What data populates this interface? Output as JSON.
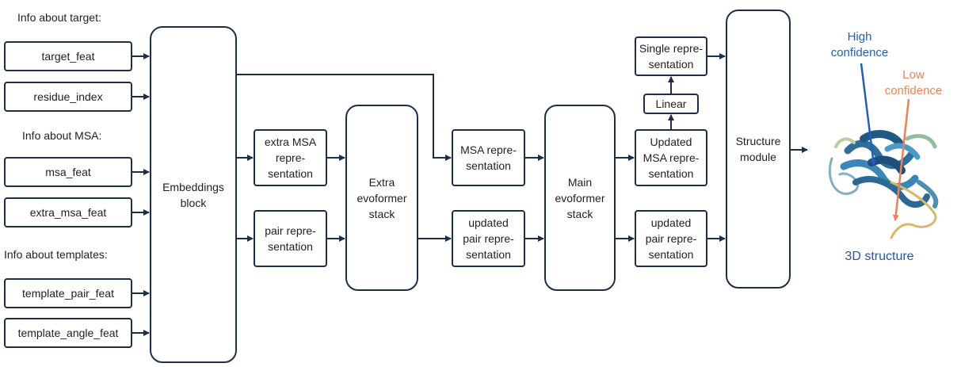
{
  "sections": {
    "target": "Info about target:",
    "msa": "Info about MSA:",
    "templates": "Info about templates:"
  },
  "inputs": {
    "target_feat": "target_feat",
    "residue_index": "residue_index",
    "msa_feat": "msa_feat",
    "extra_msa_feat": "extra_msa_feat",
    "template_pair_feat": "template_pair_feat",
    "template_angle_feat": "template_angle_feat"
  },
  "blocks": {
    "embeddings": "Embeddings\nblock",
    "extra_evoformer": "Extra\nevoformer\nstack",
    "main_evoformer": "Main\nevoformer\nstack",
    "structure_module": "Structure\nmodule",
    "linear": "Linear"
  },
  "representations": {
    "extra_msa": "extra MSA\nrepre-\nsentation",
    "pair": "pair repre-\nsentation",
    "msa": "MSA repre-\nsentation",
    "updated_pair_1": "updated\npair repre-\nsentation",
    "updated_msa": "Updated\nMSA repre-\nsentation",
    "updated_pair_2": "updated\npair repre-\nsentation",
    "single": "Single repre-\nsentation"
  },
  "structure_labels": {
    "high": "High\nconfidence",
    "low": "Low\nconfidence",
    "result": "3D structure"
  },
  "colors": {
    "line": "#1c2e4a",
    "high": "#1f5fbf",
    "low": "#f08050",
    "result": "#2255b0"
  }
}
